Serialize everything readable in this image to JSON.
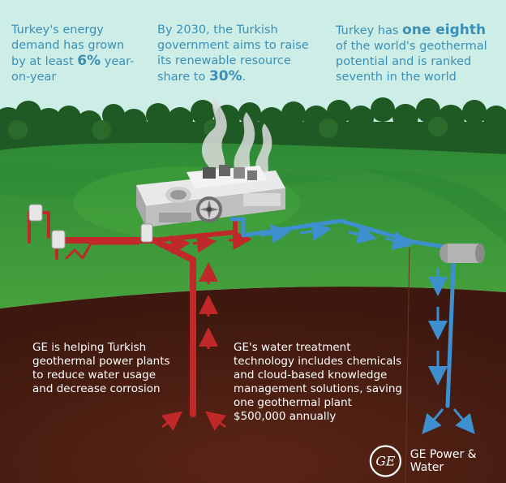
{
  "facts": [
    {
      "before": "Turkey's energy demand has grown by at least ",
      "strong": "6%",
      "after": " year-on-year"
    },
    {
      "before": "By 2030, the Turkish government aims to raise its renewable resource share to ",
      "strong": "30%",
      "after": "."
    },
    {
      "before": "Turkey has ",
      "strong": "one eighth",
      "after": " of the world's geothermal potential and is ranked seventh in the world"
    }
  ],
  "notes": {
    "helping": "GE is helping Turkish geothermal power plants to reduce water usage and decrease corrosion",
    "technology": "GE's water treatment technology includes chemicals and cloud-based knowledge management solutions, saving one geothermal plant $500,000 annually"
  },
  "brand": {
    "name": "GE Power & Water",
    "monogram": "GE",
    "icon": "ge-monogram-icon"
  },
  "colors": {
    "sky": "#cdeee6",
    "grass": "#3d9a3a",
    "soil": "#4a1e12",
    "hot_pipe": "#c0282a",
    "cold_pipe": "#3d8fd0",
    "text_blue": "#3a8fb8"
  }
}
